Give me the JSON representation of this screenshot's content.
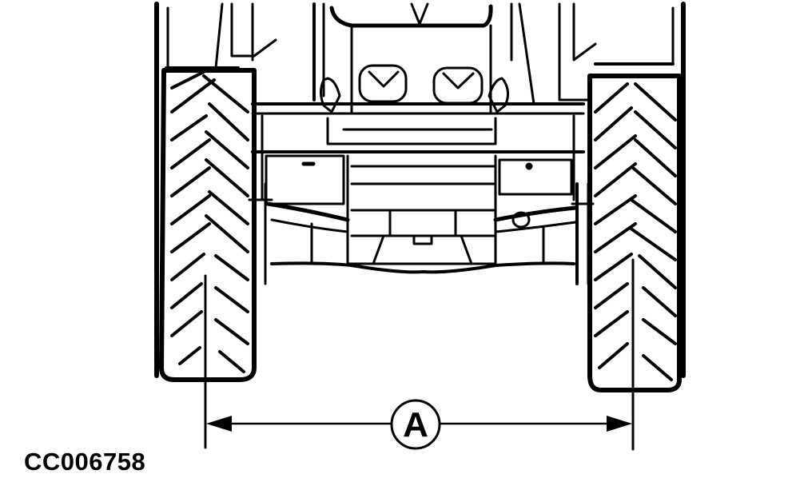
{
  "figure": {
    "subject": "tractor front view showing wheel tread width",
    "dimension_label": "A",
    "figure_id": "CC006758"
  },
  "colors": {
    "ink": "#000000",
    "background": "#ffffff"
  }
}
